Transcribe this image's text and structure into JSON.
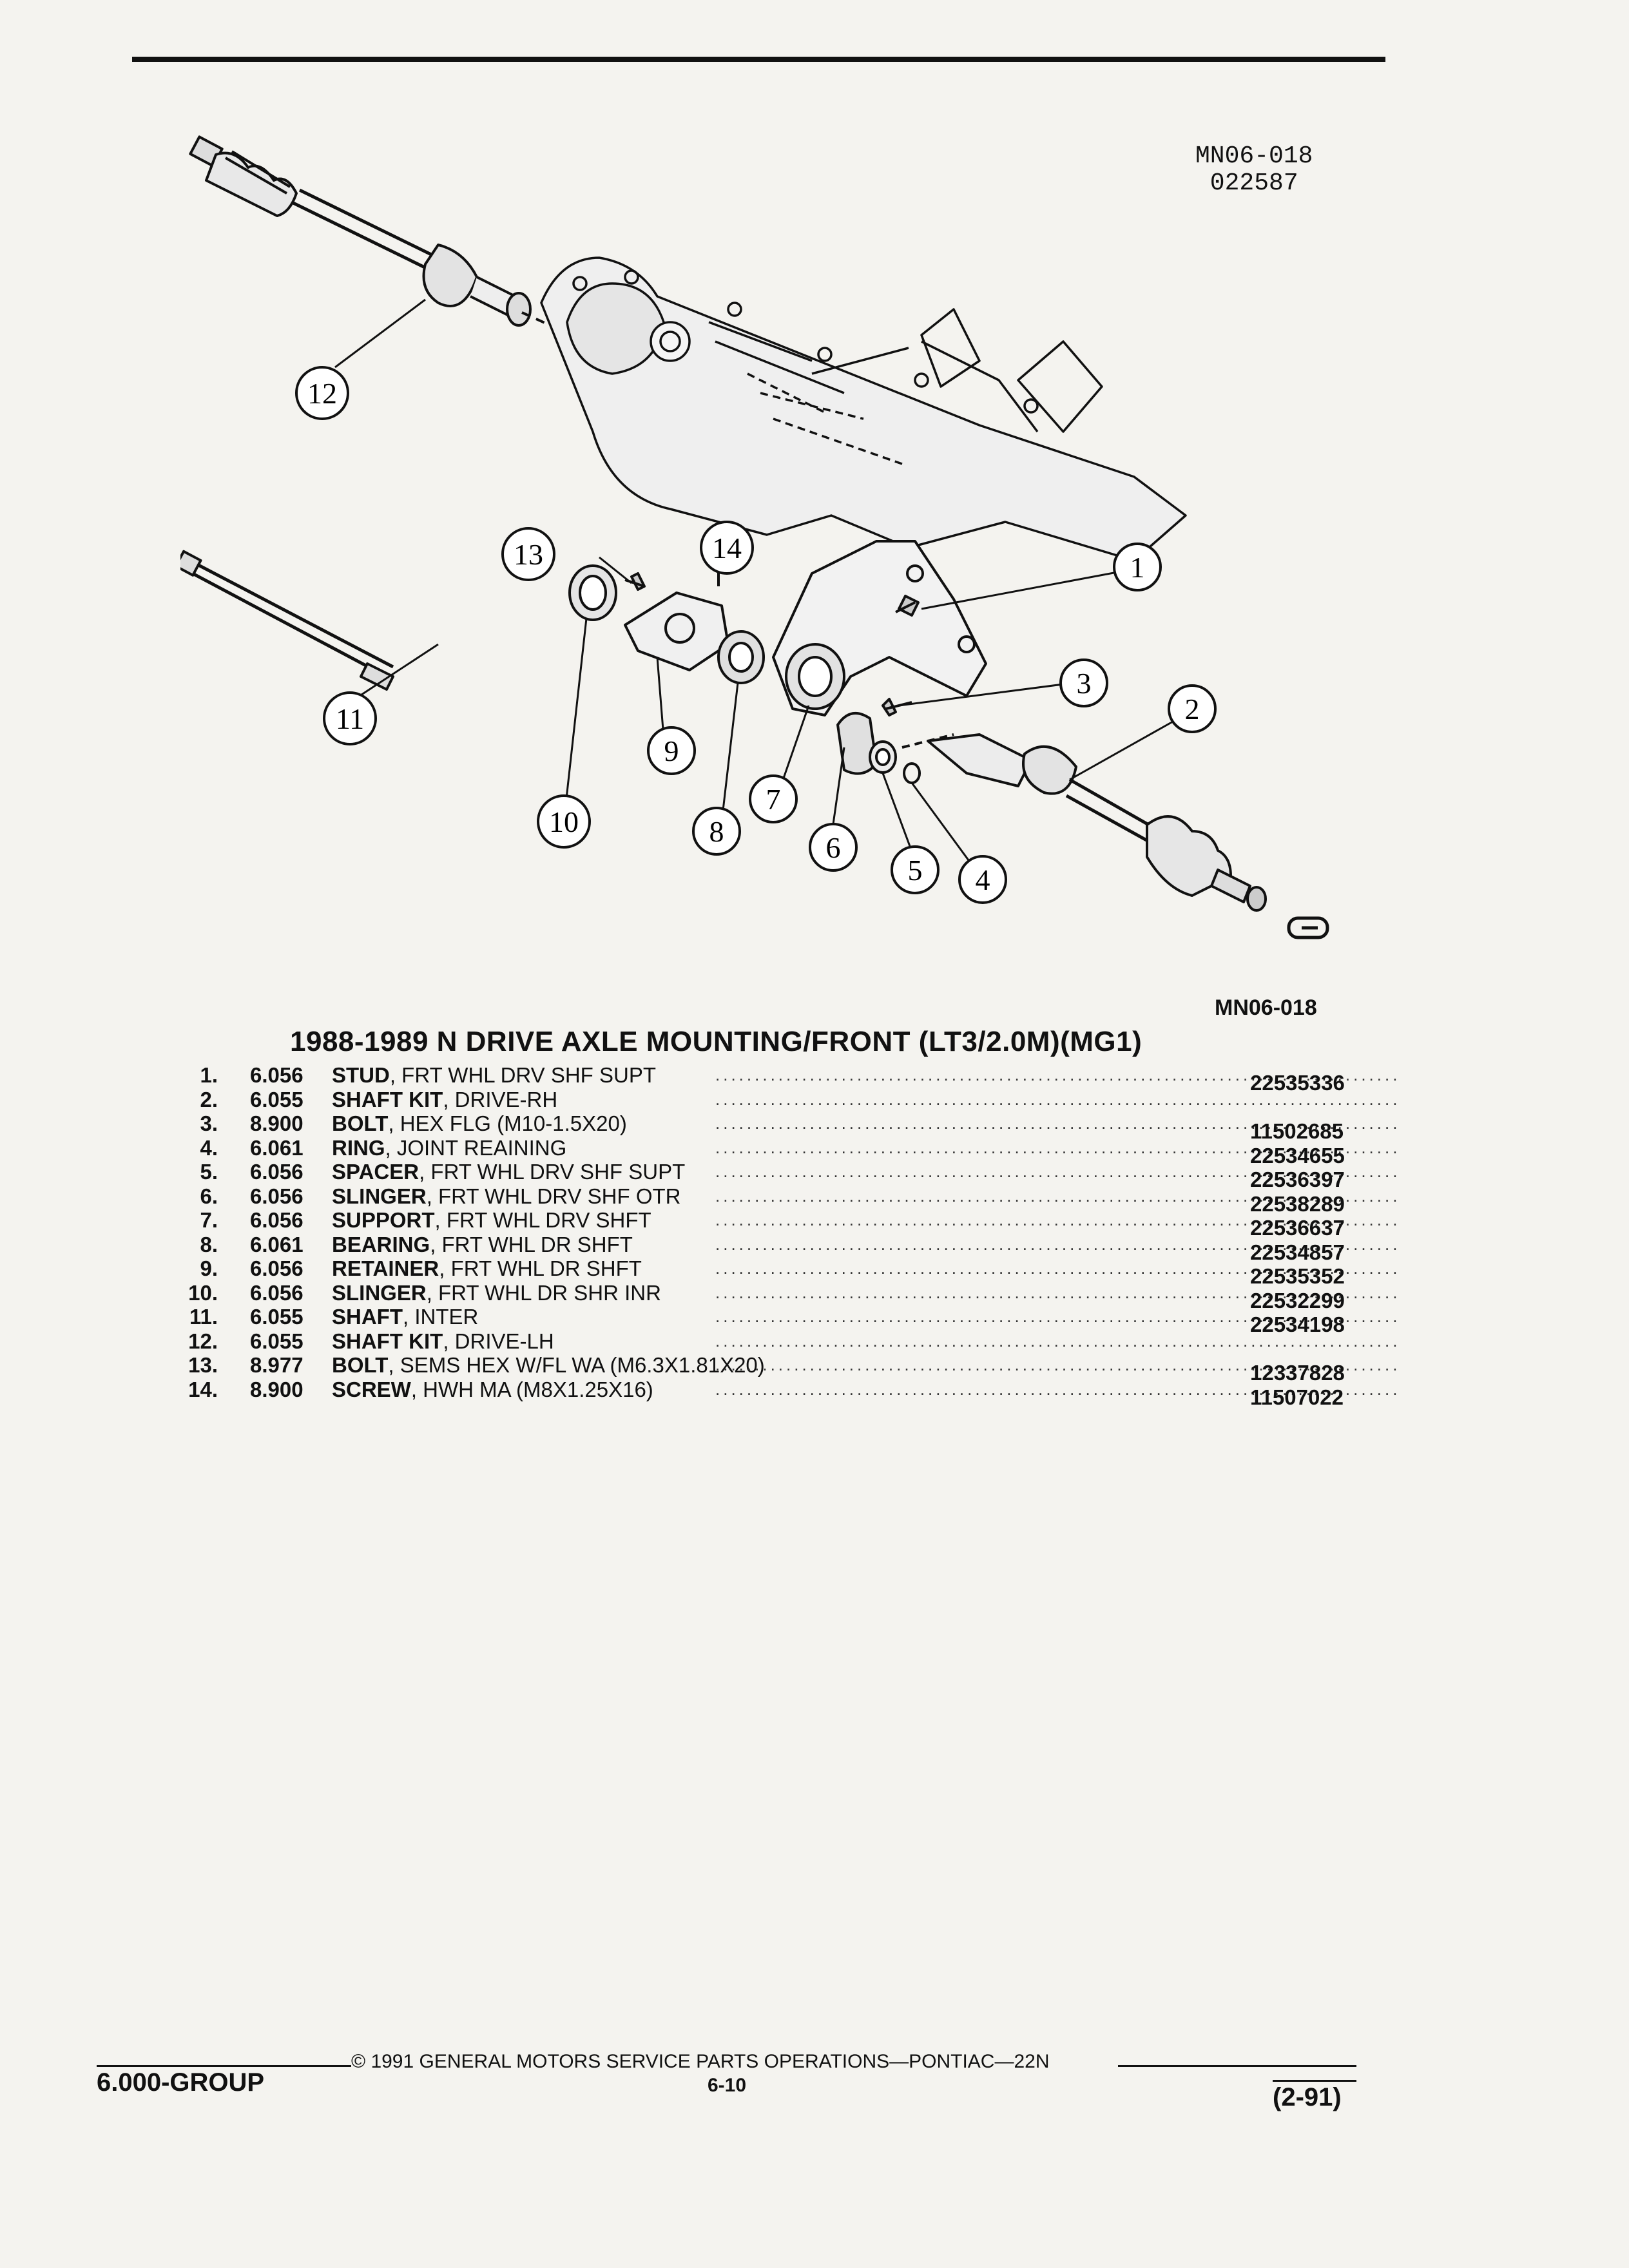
{
  "header": {
    "ref_lines": [
      "MN06-018",
      "022587"
    ]
  },
  "diagram": {
    "callouts": [
      "1",
      "2",
      "3",
      "4",
      "5",
      "6",
      "7",
      "8",
      "9",
      "10",
      "11",
      "12",
      "13",
      "14"
    ],
    "logo": "GM-logo"
  },
  "figure_ref": "MN06-018",
  "title": "1988-1989 N DRIVE AXLE MOUNTING/FRONT (LT3/2.0M)(MG1)",
  "parts": [
    {
      "num": "1.",
      "group": "6.056",
      "name": "STUD",
      "desc": ", FRT WHL DRV SHF SUPT",
      "pn": "22535336"
    },
    {
      "num": "2.",
      "group": "6.055",
      "name": "SHAFT KIT",
      "desc": ", DRIVE-RH",
      "pn": ""
    },
    {
      "num": "3.",
      "group": "8.900",
      "name": "BOLT",
      "desc": ", HEX FLG (M10-1.5X20)",
      "pn": "11502685"
    },
    {
      "num": "4.",
      "group": "6.061",
      "name": "RING",
      "desc": ", JOINT REAINING",
      "pn": "22534655"
    },
    {
      "num": "5.",
      "group": "6.056",
      "name": "SPACER",
      "desc": ", FRT WHL DRV SHF SUPT",
      "pn": "22536397"
    },
    {
      "num": "6.",
      "group": "6.056",
      "name": "SLINGER",
      "desc": ", FRT WHL DRV SHF OTR",
      "pn": "22538289"
    },
    {
      "num": "7.",
      "group": "6.056",
      "name": "SUPPORT",
      "desc": ", FRT WHL DRV SHFT",
      "pn": "22536637"
    },
    {
      "num": "8.",
      "group": "6.061",
      "name": "BEARING",
      "desc": ", FRT WHL DR SHFT",
      "pn": "22534857"
    },
    {
      "num": "9.",
      "group": "6.056",
      "name": "RETAINER",
      "desc": ", FRT WHL DR SHFT",
      "pn": "22535352"
    },
    {
      "num": "10.",
      "group": "6.056",
      "name": "SLINGER",
      "desc": ", FRT WHL DR SHR INR",
      "pn": "22532299"
    },
    {
      "num": "11.",
      "group": "6.055",
      "name": "SHAFT",
      "desc": ", INTER",
      "pn": "22534198"
    },
    {
      "num": "12.",
      "group": "6.055",
      "name": "SHAFT KIT",
      "desc": ", DRIVE-LH",
      "pn": ""
    },
    {
      "num": "13.",
      "group": "8.977",
      "name": "BOLT",
      "desc": ", SEMS HEX W/FL WA (M6.3X1.81X20)",
      "pn": "12337828"
    },
    {
      "num": "14.",
      "group": "8.900",
      "name": "SCREW",
      "desc": ", HWH MA (M8X1.25X16)",
      "pn": "11507022"
    }
  ],
  "footer": {
    "group": "6.000-GROUP",
    "copyright": "© 1991 GENERAL MOTORS SERVICE PARTS OPERATIONS—PONTIAC—22N",
    "page": "6-10",
    "date": "(2-91)"
  }
}
